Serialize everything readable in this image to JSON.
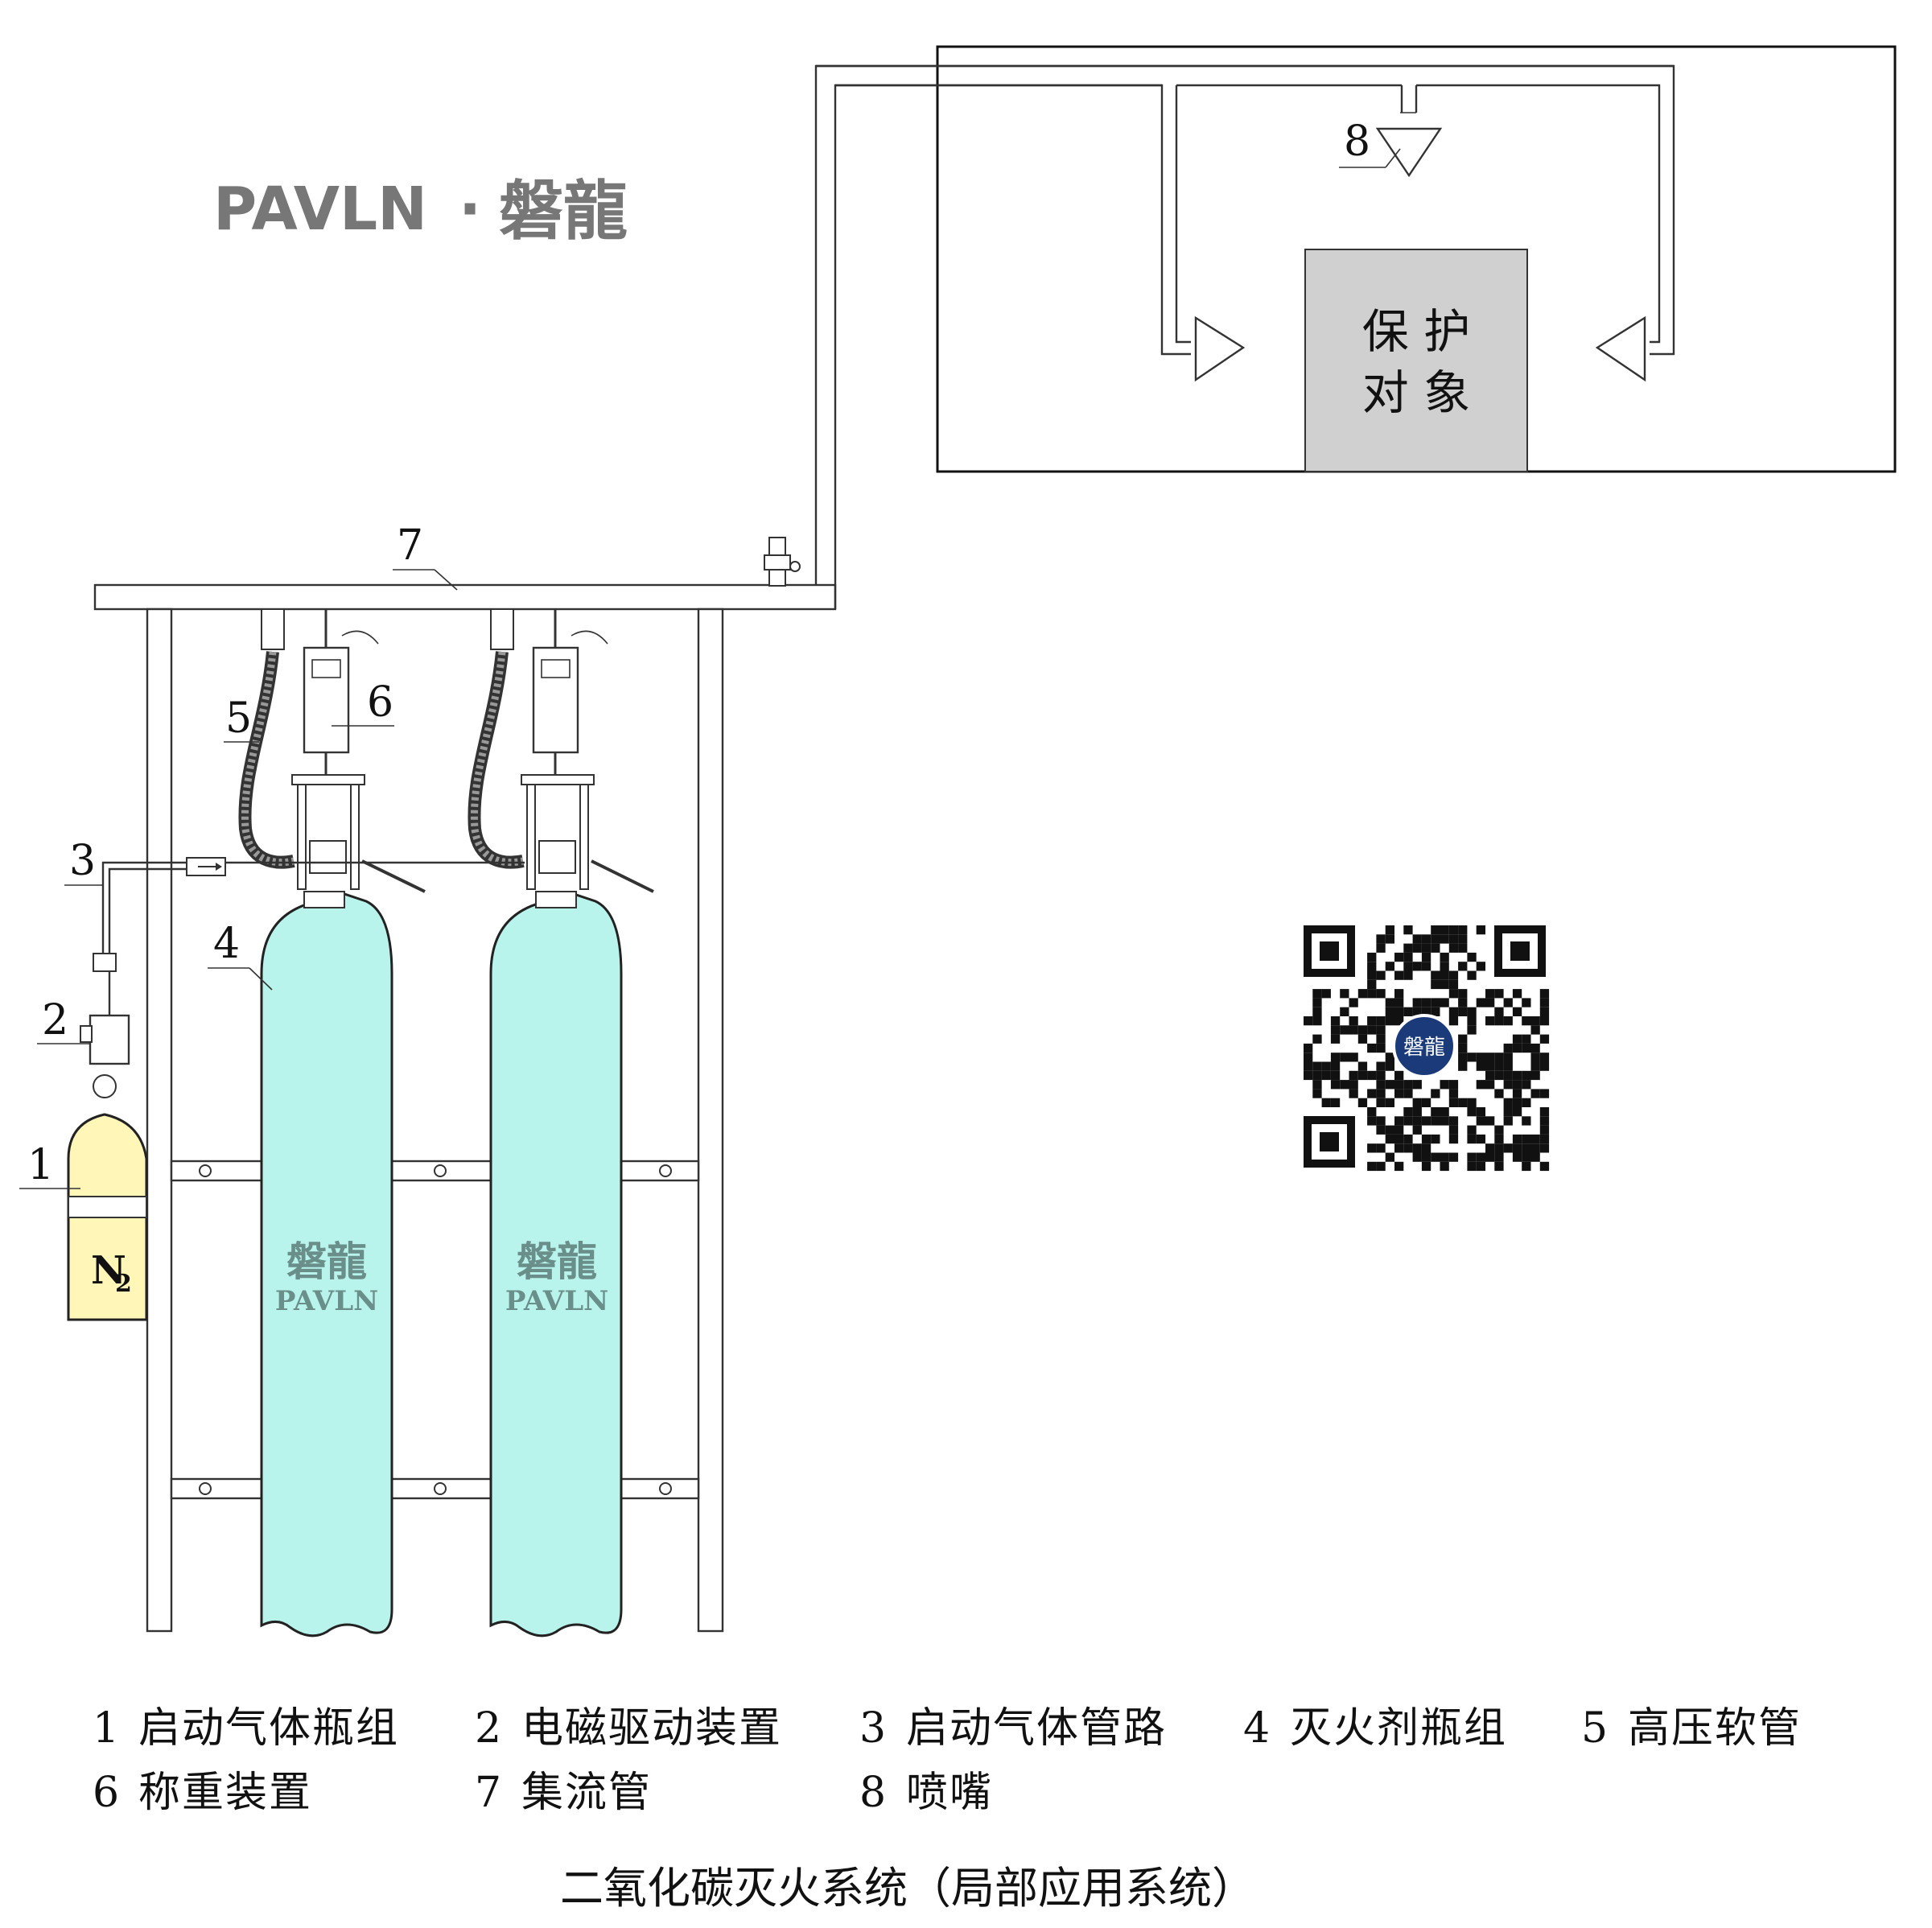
{
  "brand": {
    "logo_latin": "PAVLN",
    "logo_separator": "·",
    "logo_chinese": "磐龍"
  },
  "protected_object": {
    "line1": "保 护",
    "line2": "对 象",
    "fill_color": "#d0d0d0"
  },
  "callouts": [
    "1",
    "2",
    "3",
    "4",
    "5",
    "6",
    "7",
    "8"
  ],
  "starter_cylinder": {
    "gas_label": "N",
    "gas_subscript": "2",
    "color": "#fff6b8"
  },
  "agent_cylinders": [
    {
      "label_cn": "磐龍",
      "label_latin": "PAVLN"
    },
    {
      "label_cn": "磐龍",
      "label_latin": "PAVLN"
    }
  ],
  "agent_cylinder_color": "#b8f4ec",
  "qr_code": {
    "center_label": "磐龍",
    "badge_color": "#1a3a7a"
  },
  "legend": [
    {
      "num": "1",
      "text": "启动气体瓶组"
    },
    {
      "num": "2",
      "text": "电磁驱动装置"
    },
    {
      "num": "3",
      "text": "启动气体管路"
    },
    {
      "num": "4",
      "text": "灭火剂瓶组"
    },
    {
      "num": "5",
      "text": "高压软管"
    },
    {
      "num": "6",
      "text": "称重装置"
    },
    {
      "num": "7",
      "text": "集流管"
    },
    {
      "num": "8",
      "text": "喷嘴"
    }
  ],
  "caption": "二氧化碳灭火系统（局部应用系统）"
}
